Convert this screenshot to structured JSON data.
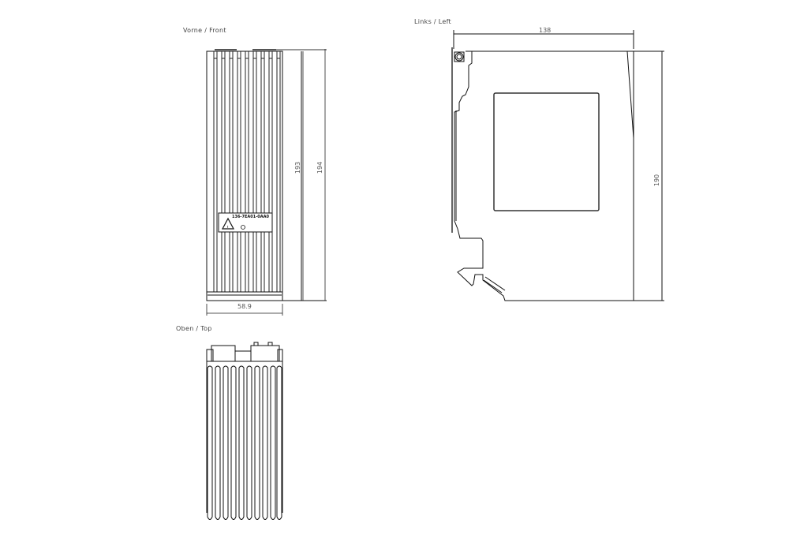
{
  "views": {
    "front": {
      "label": "Vorne  /  Front"
    },
    "left": {
      "label": "Links  /  Left"
    },
    "top": {
      "label": "Oben  /  Top"
    }
  },
  "dimensions": {
    "front_width": "58.9",
    "front_height_inner": "193",
    "front_height_outer": "194",
    "left_depth": "138",
    "left_height": "190"
  },
  "nameplate": {
    "part_number": "136-7EA01-0AA0",
    "warning_icon": "warning-triangle-icon",
    "cert_icon": "ex-certification-icon"
  },
  "colors": {
    "line": "#111111",
    "fin_shade": "#666666",
    "text": "#444444"
  }
}
